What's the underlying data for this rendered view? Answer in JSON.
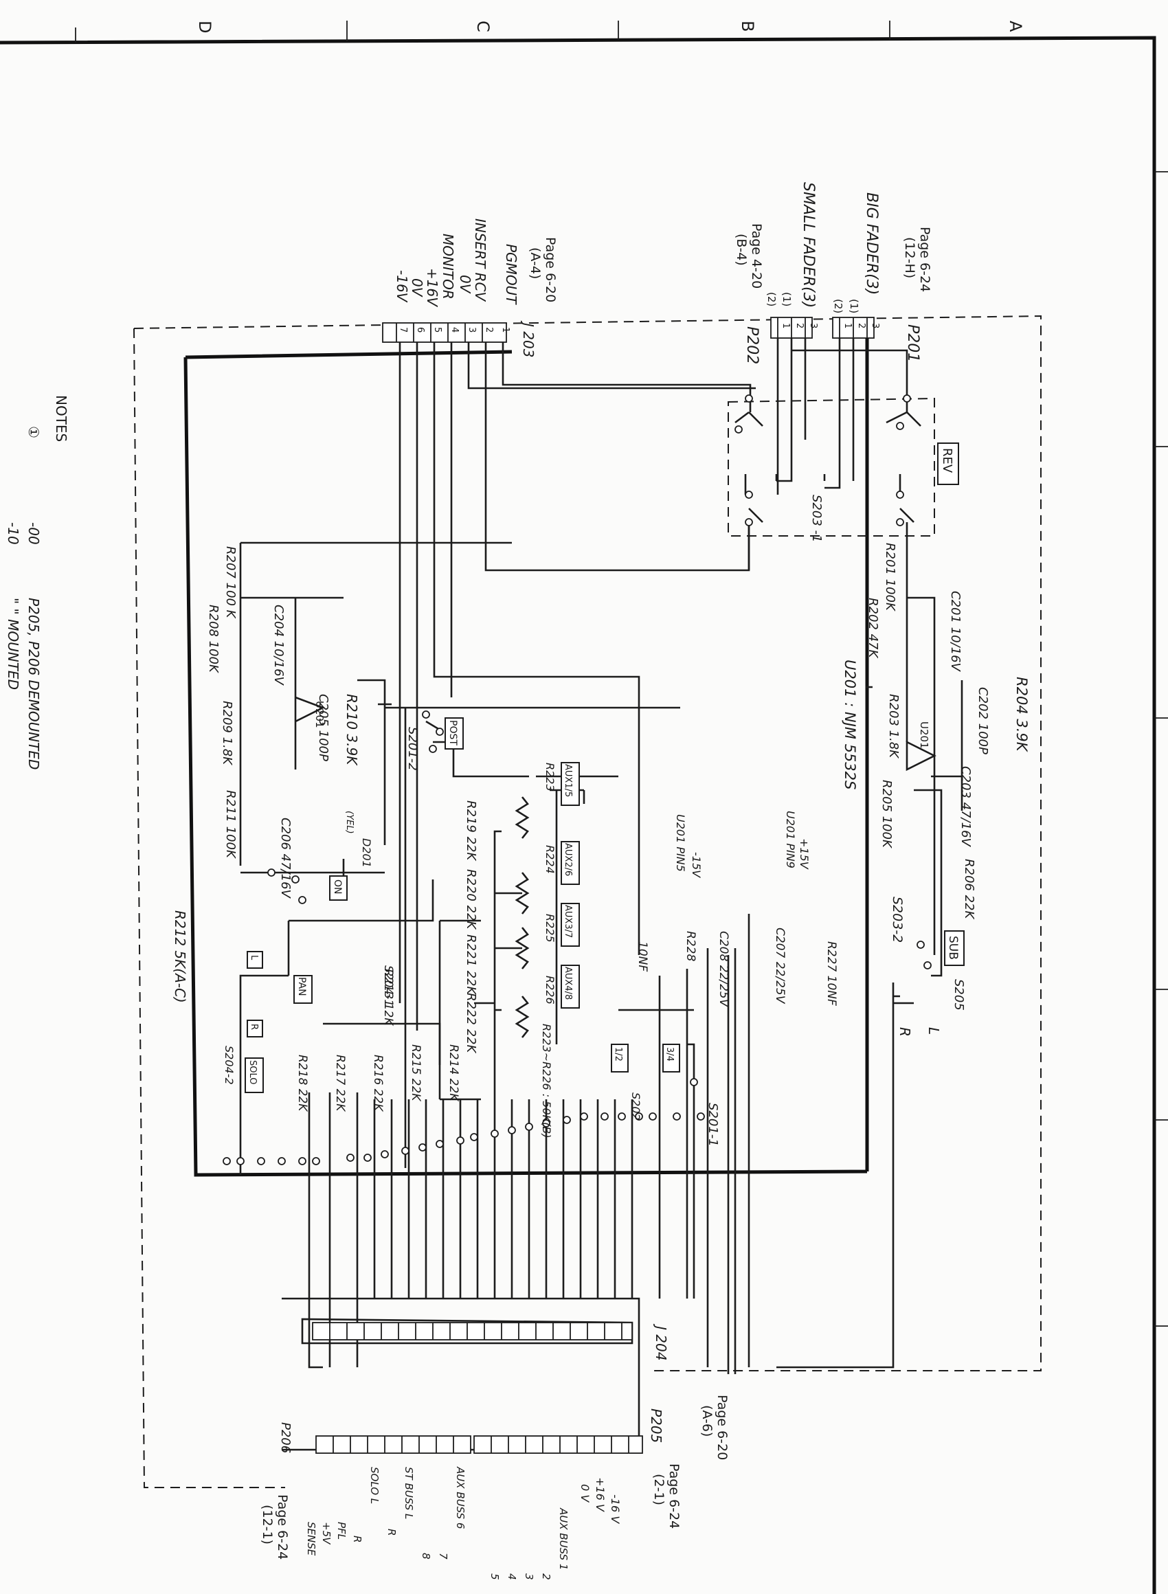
{
  "border_letters": [
    "A",
    "B",
    "C",
    "D"
  ],
  "refs": {
    "fader": [
      "Page 6-24",
      "(12-H)"
    ],
    "p202": [
      "Page 4-20",
      "(B-4)"
    ],
    "j203": [
      "Page 6-20",
      "(A-4)"
    ],
    "p205": [
      "Page 6-20",
      "(A-6)"
    ],
    "right": [
      "Page 6-24",
      "(2-1)"
    ],
    "p206": [
      "Page 6-24",
      "(12-1)"
    ]
  },
  "fader_labels": {
    "big": "BIG FADER(3)",
    "small": "SMALL FADER(3)",
    "pins": [
      "(1)",
      "(2)"
    ]
  },
  "j203_signals": [
    "PGMOUT",
    "INSERT RCV",
    "0V",
    "MONITOR",
    "+16V",
    "0V",
    "-16V"
  ],
  "connectors": {
    "p201": "P201",
    "p202": "P202",
    "j203": "J 203",
    "j204": "J 204",
    "p205": "P205",
    "p206": "P206"
  },
  "switch_names": {
    "rev": "REV",
    "s203_1": "S203 -1",
    "s203_2": "S203-2",
    "sub": "SUB",
    "post": "POST",
    "s201_2": "S201-2",
    "on": "ON",
    "pan": "PAN",
    "s204_1": "S204-1",
    "s204_2": "S204-2",
    "solo": "SOLO",
    "s201_1": "S201-1",
    "s202": "S202",
    "s205": "S205",
    "l": "L",
    "r": "R",
    "sel12": "1/2",
    "sel34": "3/4"
  },
  "aux_pots": [
    "AUX1/5",
    "AUX2/6",
    "AUX3/7",
    "AUX4/8"
  ],
  "components": {
    "c201": "C201 10/16V",
    "r201": "R201 100K",
    "r202": "R202 47K",
    "r204": "R204 3.9K",
    "c202": "C202 100P",
    "r203": "R203 1.8K",
    "c203": "C203 47/16V",
    "r205": "R205 100K",
    "r206": "R206 22K",
    "c204": "C204 10/16V",
    "r207": "R207 100 K",
    "r208": "R208 100K",
    "r209": "R209 1.8K",
    "r210": "R210 3.9K",
    "c205": "C205 100P",
    "c206": "C206 47/16V",
    "r211": "R211 100K",
    "d201": "D201",
    "led": "(YEL)",
    "r219": "R219 22K",
    "r220": "R220 22K",
    "r221": "R221 22K",
    "r222": "R222 22K",
    "r213": "R213 12K",
    "r212": "R212 5K(A-C)",
    "r223": "R223",
    "r224": "R224",
    "r225": "R225",
    "r226": "R226",
    "r223_226": "R223~R226 : 50K(B)",
    "r214": "R214 22K",
    "r215": "R215 22K",
    "r216": "R216 22K",
    "r217": "R217 22K",
    "r218": "R218 22K",
    "c207": "C207 22/25V",
    "c208": "C208 22/25V",
    "r227": "R227 10NF",
    "r228": "R228",
    "nf": "10NF",
    "u201": "U201 : NJM 5532S",
    "u201_pin9": "U201 PIN9",
    "u201_pin5": "U201 PIN5",
    "plus15": "+15V",
    "minus15": "-15V",
    "u201_label": "U201"
  },
  "bus_labels": [
    "AUX BUSS 1",
    "2",
    "3",
    "4",
    "5",
    "-16 V",
    "+16 V",
    "0 V",
    "AUX BUSS 6",
    "7",
    "8",
    "ST BUSS L",
    "R",
    "SOLO L",
    "R",
    "PFL",
    "+5V",
    "SENSE"
  ],
  "notes": {
    "title": "NOTES",
    "n1": "①",
    "l1_code": "-00",
    "l1_text": "P205, P206 DEMOUNTED",
    "l2_code": "-10",
    "l2_text": "\"   \"  MOUNTED"
  }
}
